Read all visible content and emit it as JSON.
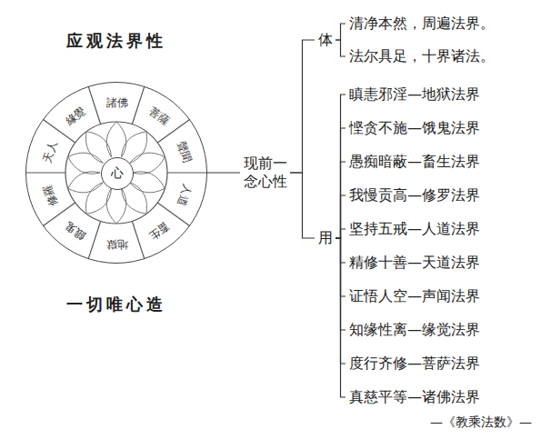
{
  "diagram": {
    "caption": "—《教乘法数》—",
    "nodes": [
      {
        "text": [
          "应观法界性",
          "一切唯心造"
        ]
      },
      {
        "text": [
          "心"
        ],
        "in": 0
      },
      {
        "text": [
          "諸佛"
        ],
        "in": 0
      },
      {
        "text": [
          "菩薩"
        ],
        "in": 0
      },
      {
        "text": [
          "聲聞"
        ],
        "in": 0
      },
      {
        "text": [
          "人道"
        ],
        "in": 0
      },
      {
        "text": [
          "畜生"
        ],
        "in": 0
      },
      {
        "text": [
          "地獄"
        ],
        "in": 0
      },
      {
        "text": [
          "餓鬼"
        ],
        "in": 0
      },
      {
        "text": [
          "修羅"
        ],
        "in": 0
      },
      {
        "text": [
          "天人"
        ],
        "in": 0
      },
      {
        "text": [
          "緣覺"
        ],
        "in": 0
      },
      {
        "text": [
          "现前一念心性"
        ]
      },
      {
        "text": [
          "体"
        ]
      },
      {
        "text": [
          "清净本然，周遍法界。"
        ]
      },
      {
        "text": [
          "法尔具足，十界诸法。"
        ]
      },
      {
        "text": [
          "用"
        ]
      },
      {
        "text": [
          "瞋恚邪淫—地狱法界"
        ]
      },
      {
        "text": [
          "悭贪不施—饿鬼法界"
        ]
      },
      {
        "text": [
          "愚痴暗蔽—畜生法界"
        ]
      },
      {
        "text": [
          "我慢贡高—修罗法界"
        ]
      },
      {
        "text": [
          "坚持五戒—人道法界"
        ]
      },
      {
        "text": [
          "精修十善—天道法界"
        ]
      },
      {
        "text": [
          "证悟人空—声闻法界"
        ]
      },
      {
        "text": [
          "知缘性离—缘觉法界"
        ]
      },
      {
        "text": [
          "度行齐修—菩萨法界"
        ]
      },
      {
        "text": [
          "真慈平等—诸佛法界"
        ]
      }
    ],
    "edges": [
      {
        "from": 0,
        "to": 12,
        "arrow": "none"
      },
      {
        "from": 12,
        "to": 13,
        "arrow": "none"
      },
      {
        "from": 12,
        "to": 16,
        "arrow": "none"
      },
      {
        "from": 13,
        "to": 14,
        "arrow": "none"
      },
      {
        "from": 13,
        "to": 15,
        "arrow": "none"
      },
      {
        "from": 16,
        "to": 17,
        "arrow": "none"
      },
      {
        "from": 16,
        "to": 18,
        "arrow": "none"
      },
      {
        "from": 16,
        "to": 19,
        "arrow": "none"
      },
      {
        "from": 16,
        "to": 20,
        "arrow": "none"
      },
      {
        "from": 16,
        "to": 21,
        "arrow": "none"
      },
      {
        "from": 16,
        "to": 22,
        "arrow": "none"
      },
      {
        "from": 16,
        "to": 23,
        "arrow": "none"
      },
      {
        "from": 16,
        "to": 24,
        "arrow": "none"
      },
      {
        "from": 16,
        "to": 25,
        "arrow": "none"
      },
      {
        "from": 16,
        "to": 26,
        "arrow": "none"
      }
    ]
  }
}
